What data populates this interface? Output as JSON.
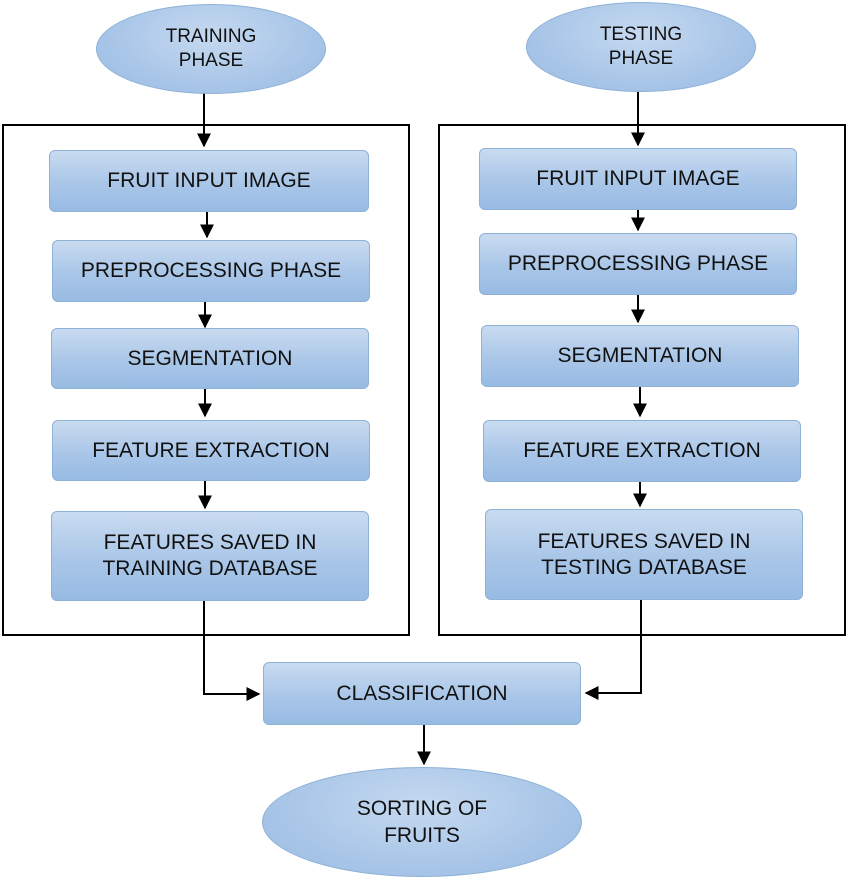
{
  "training": {
    "start": "TRAINING\nPHASE",
    "steps": [
      "FRUIT INPUT IMAGE",
      "PREPROCESSING PHASE",
      "SEGMENTATION",
      "FEATURE EXTRACTION",
      "FEATURES SAVED IN\nTRAINING DATABASE"
    ]
  },
  "testing": {
    "start": "TESTING\nPHASE",
    "steps": [
      "FRUIT INPUT IMAGE",
      "PREPROCESSING PHASE",
      "SEGMENTATION",
      "FEATURE EXTRACTION",
      "FEATURES SAVED IN\nTESTING DATABASE"
    ]
  },
  "classification": "CLASSIFICATION",
  "output": "SORTING OF\nFRUITS",
  "colors": {
    "node_fill": "#a9c6e8",
    "node_border": "#8eb1d6",
    "arrow": "#000000"
  }
}
